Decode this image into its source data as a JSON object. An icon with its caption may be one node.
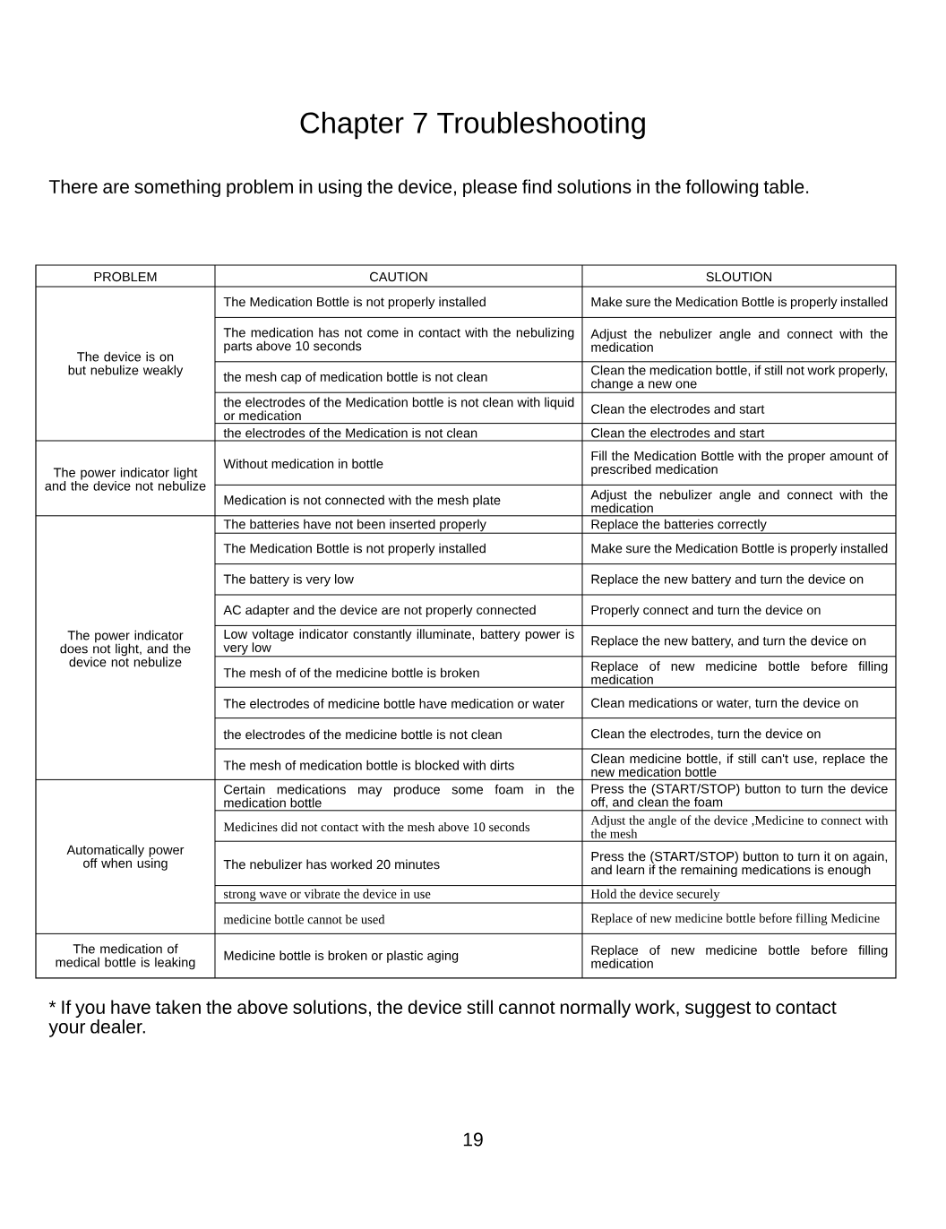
{
  "diagram": {
    "title": "Chapter 7 Troubleshooting",
    "labels": [
      "There are something problem in using the device, please find solutions in the following table.",
      "PROBLEM",
      "CAUTION",
      "SLOUTION",
      "The device is on but nebulize weakly",
      "The Medication Bottle is not properly installed",
      "Make sure the Medication Bottle is properly installed",
      "The medication has not come in contact with the nebulizing parts above 10 seconds",
      "Adjust the nebulizer angle and connect with the medication",
      "the mesh cap of medication bottle is not clean",
      "Clean the medication bottle, if still not work properly, change a new one",
      "the electrodes of the Medication bottle is not clean with liquid or medication",
      "Clean the electrodes and start",
      "the electrodes of the Medication is not clean",
      "Clean the electrodes and start",
      "The power indicator light and the device not nebulize",
      "Without medication in bottle",
      "Fill the Medication Bottle with the proper amount of prescribed medication",
      "Medication is not connected with the mesh plate",
      "Adjust the nebulizer angle and connect with the medication",
      "The power indicator does not light, and the device not nebulize",
      "The batteries have not been inserted properly",
      "Replace the batteries correctly",
      "The Medication Bottle is not properly installed",
      "Make sure the Medication Bottle is properly installed",
      "The battery is very low",
      "Replace the new battery and turn the device on",
      "AC adapter and the device are not properly connected",
      "Properly connect and turn the device on",
      "Low voltage indicator constantly illuminate, battery power is very low",
      "Replace the new battery, and turn the device on",
      "The mesh of of the medicine bottle is broken",
      "Replace of new medicine bottle before filling medication",
      "The electrodes of medicine bottle have medication or water",
      "Clean medications or water, turn the device on",
      "the electrodes of the medicine bottle is not clean",
      "Clean the electrodes, turn the device on",
      "The mesh of medication bottle is blocked with dirts",
      "Clean medicine bottle, if still can't use, replace the new medication bottle",
      "Automatically power off when using",
      "Certain medications may produce some foam in the medication bottle",
      "Press the (START/STOP) button to turn the device off, and clean the foam",
      "Medicines did not contact with the mesh above 10 seconds",
      "Adjust the angle of the device ,Medicine to connect with the mesh",
      "The nebulizer has worked 20 minutes",
      "Press the (START/STOP) button to turn it on again, and learn if the remaining medications is enough",
      "strong wave or vibrate the device in use",
      "Hold the device securely",
      "medicine bottle cannot be used",
      "Replace of new medicine bottle before filling Medicine",
      "The medication of medical bottle is leaking",
      "Medicine bottle is broken or plastic aging",
      "Replace of new medicine bottle before filling medication",
      "* If you have taken the above solutions, the device still cannot normally work, suggest to contact your dealer.",
      "19"
    ]
  }
}
